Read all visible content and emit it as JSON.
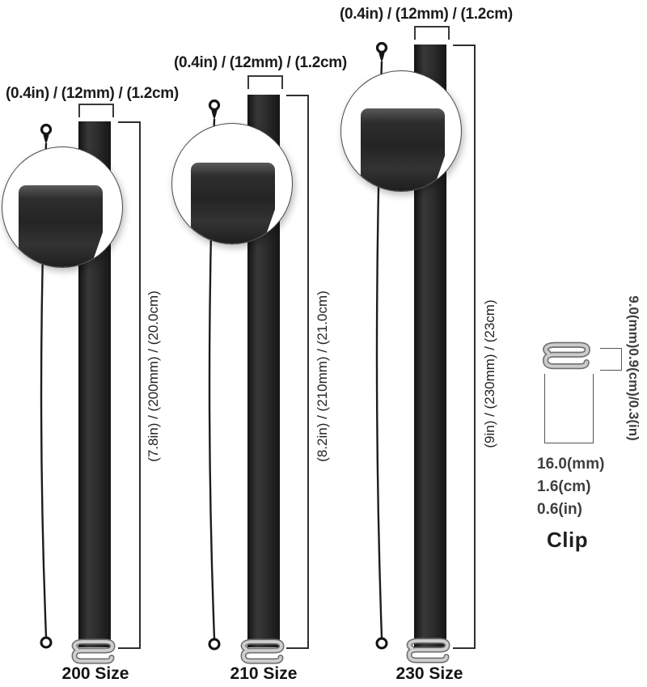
{
  "figure": {
    "width_label": "(0.4in) / (12mm) / (1.2cm)",
    "straps": [
      {
        "size_label": "200 Size",
        "length_label": "(7.8in) / (200mm) / (20.0cm)"
      },
      {
        "size_label": "210 Size",
        "length_label": "(8.2in) / (210mm) / (21.0cm)"
      },
      {
        "size_label": "230 Size",
        "length_label": "(9in) / (230mm) / (23cm)"
      }
    ],
    "clip_detail": {
      "title": "Clip",
      "height_label": "9.0(mm)0.9(cm)/0.3(in)",
      "width_labels": [
        "16.0(mm)",
        "1.6(cm)",
        "0.6(in)"
      ]
    },
    "icons": {
      "magnifier_circle": "zoom-detail-circle",
      "hook": "s-hook-clip",
      "loop": "hanging-loop"
    },
    "colors": {
      "band": "#2b2b2b",
      "dimension_line": "#333333",
      "metal_wire": "#c9c9c9",
      "text_primary": "#1b1b1b",
      "text_secondary": "#3f3f3f"
    }
  }
}
